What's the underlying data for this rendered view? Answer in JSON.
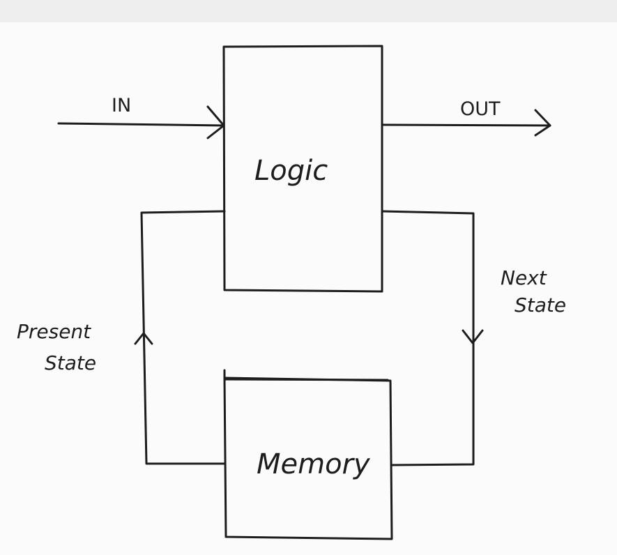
{
  "diagram": {
    "blocks": {
      "logic": "Logic",
      "memory": "Memory"
    },
    "signals": {
      "input": "IN",
      "output": "OUT",
      "present_state_line1": "Present",
      "present_state_line2": "State",
      "next_state_line1": "Next",
      "next_state_line2": "State"
    }
  }
}
